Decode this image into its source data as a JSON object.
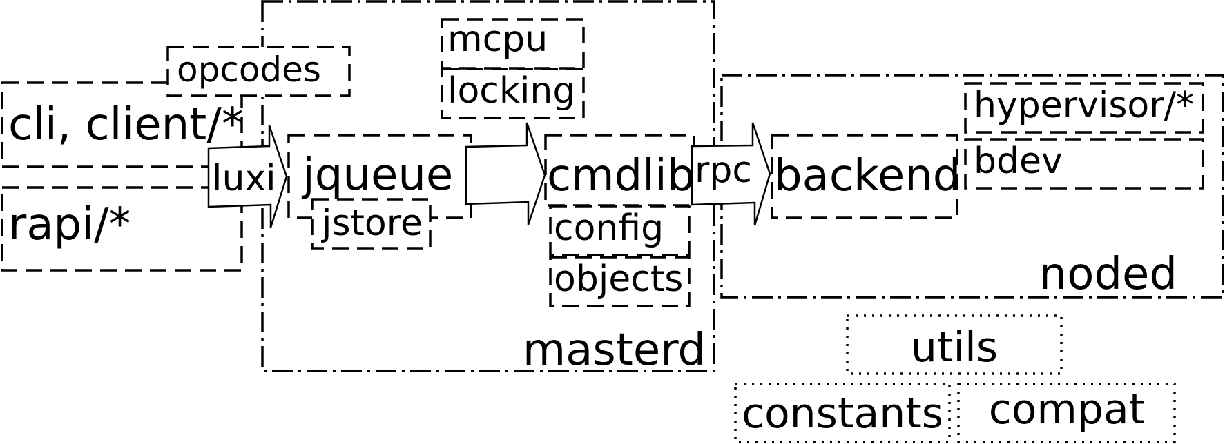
{
  "labels": {
    "opcodes": "opcodes",
    "cli_client": "cli, client/*",
    "rapi": "rapi/*",
    "luxi": "luxi",
    "jqueue": "jqueue",
    "jstore": "jstore",
    "mcpu": "mcpu",
    "locking": "locking",
    "cmdlib": "cmdlib",
    "config": "config",
    "objects": "objects",
    "masterd": "masterd",
    "rpc": "rpc",
    "backend": "backend",
    "hypervisor": "hypervisor/*",
    "bdev": "bdev",
    "noded": "noded",
    "utils": "utils",
    "constants": "constants",
    "compat": "compat"
  },
  "colors": {
    "stroke": "#000000",
    "background": "#ffffff"
  }
}
